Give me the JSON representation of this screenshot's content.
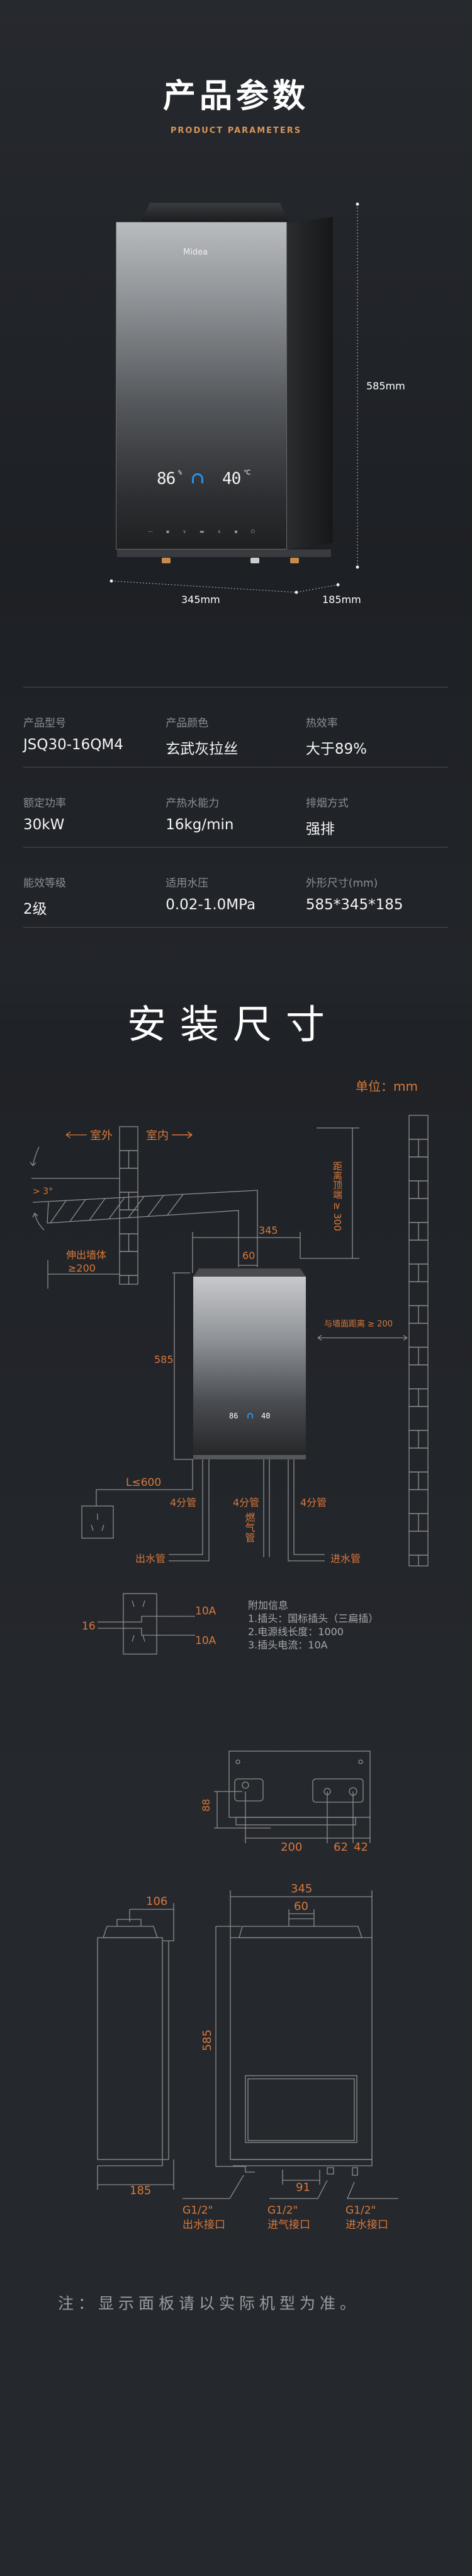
{
  "header": {
    "title": "产品参数",
    "subtitle": "PRODUCT PARAMETERS"
  },
  "product": {
    "brand": "Midea",
    "display_left": "86",
    "display_left_unit": "%",
    "display_right": "40",
    "display_right_unit": "℃"
  },
  "dimensions": {
    "height": "585mm",
    "width": "345mm",
    "depth": "185mm"
  },
  "specs": [
    {
      "label": "产品型号",
      "value": "JSQ30-16QM4"
    },
    {
      "label": "产品颜色",
      "value": "玄武灰拉丝"
    },
    {
      "label": "热效率",
      "value": "大于89%"
    },
    {
      "label": "额定功率",
      "value": "30kW"
    },
    {
      "label": "产热水能力",
      "value": "16kg/min"
    },
    {
      "label": "排烟方式",
      "value": "强排"
    },
    {
      "label": "能效等级",
      "value": "2级"
    },
    {
      "label": "适用水压",
      "value": "0.02-1.0MPa"
    },
    {
      "label": "外形尺寸(mm)",
      "value": "585*345*185"
    }
  ],
  "install": {
    "title": "安装尺寸",
    "unit": "单位：mm",
    "outdoor": "室外",
    "indoor": "室内",
    "slope": "> 3°",
    "extend_label": "伸出墙体",
    "extend_value": "≥200",
    "width": "345",
    "flue": "60",
    "top_clearance": "距离顶端 ≥ 300",
    "side_clearance": "与墙面距离 ≥ 200",
    "height": "585",
    "cable": "L≤600",
    "pipe_size": "4分管",
    "outlet_pipe": "出水管",
    "gas_pipe": "燃气管",
    "inlet_pipe": "进水管",
    "plug_16": "16",
    "plug_10a": "10A",
    "extra_title": "附加信息",
    "extra": [
      "1.插头：国标插头（三扁插）",
      "2.电源线长度：1000",
      "3.插头电流：10A"
    ],
    "bottom": {
      "depth": "88",
      "d1": "200",
      "d2": "62",
      "d3": "42"
    },
    "side_flue": "106",
    "front_width": "345",
    "front_flue": "60",
    "front_height": "585",
    "side_depth": "185",
    "gap": "91",
    "connectors": [
      {
        "size": "G1/2\"",
        "name": "出水接口"
      },
      {
        "size": "G1/2\"",
        "name": "进气接口"
      },
      {
        "size": "G1/2\"",
        "name": "进水接口"
      }
    ]
  },
  "note": "注：显示面板请以实际机型为准。",
  "colors": {
    "accent": "#d9783a",
    "subtitle": "#d8955a",
    "line": "#8c8d90"
  }
}
